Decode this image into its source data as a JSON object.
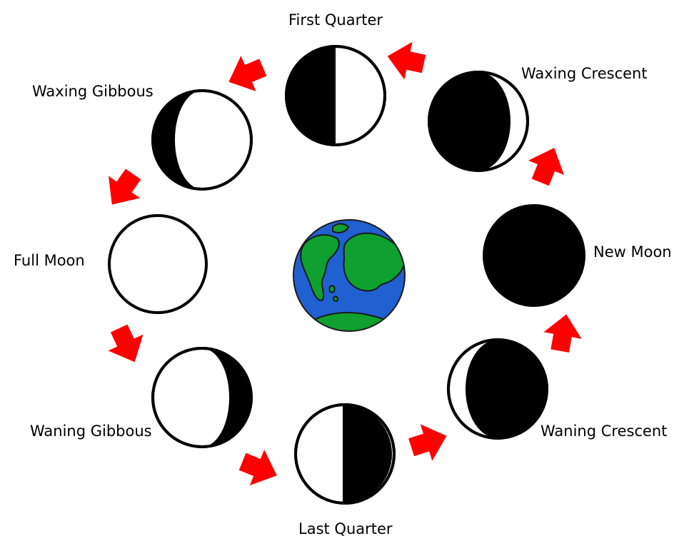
{
  "colors": {
    "arrow": "#ff0000",
    "moon_dark": "#000000",
    "moon_light": "#ffffff",
    "ocean": "#2060d0",
    "land": "#10a030"
  },
  "phases": [
    {
      "key": "new",
      "label": "New Moon",
      "shading": "dark"
    },
    {
      "key": "waxing-crescent",
      "label": "Waxing Crescent",
      "shading": "crescent-lit-right"
    },
    {
      "key": "first-quarter",
      "label": "First Quarter",
      "shading": "half-lit-right"
    },
    {
      "key": "waxing-gibbous",
      "label": "Waxing Gibbous",
      "shading": "gibbous-lit-right"
    },
    {
      "key": "full",
      "label": "Full Moon",
      "shading": "light"
    },
    {
      "key": "waning-gibbous",
      "label": "Waning Gibbous",
      "shading": "gibbous-lit-left"
    },
    {
      "key": "last-quarter",
      "label": "Last Quarter",
      "shading": "half-lit-left"
    },
    {
      "key": "waning-crescent",
      "label": "Waning Crescent",
      "shading": "crescent-lit-left"
    }
  ],
  "center": {
    "icon": "earth-icon"
  },
  "cycle_direction": "counter-clockwise"
}
